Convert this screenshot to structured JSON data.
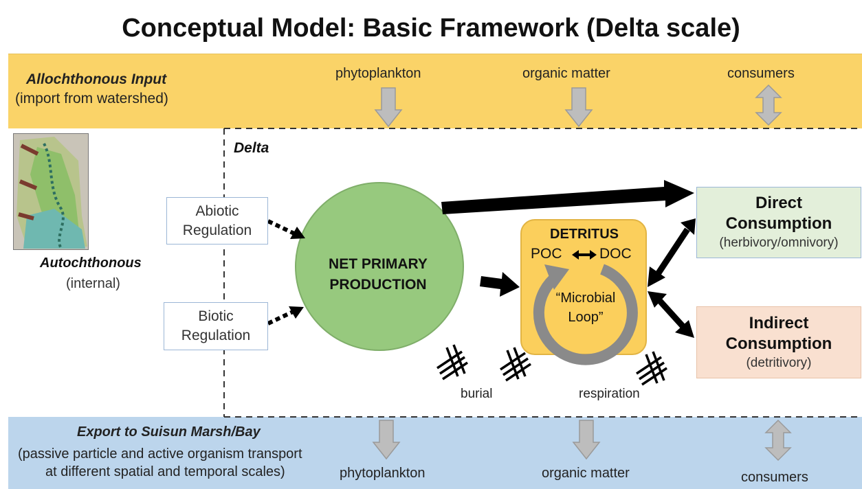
{
  "title": "Conceptual Model: Basic Framework (Delta scale)",
  "top_band": {
    "heading": "Allochthonous Input",
    "subheading": "(import from watershed)",
    "flows": [
      "phytoplankton",
      "organic matter",
      "consumers"
    ]
  },
  "delta_label": "Delta",
  "autochthonous": {
    "heading": "Autochthonous",
    "subheading": "(internal)"
  },
  "regulation": {
    "abiotic": [
      "Abiotic",
      "Regulation"
    ],
    "biotic": [
      "Biotic",
      "Regulation"
    ]
  },
  "npp": [
    "NET PRIMARY",
    "PRODUCTION"
  ],
  "detritus": {
    "title": "DETRITUS",
    "poc": "POC",
    "doc": "DOC",
    "loop": [
      "“Microbial",
      "Loop”"
    ]
  },
  "direct": {
    "title": [
      "Direct",
      "Consumption"
    ],
    "sub": "(herbivory/omnivory)"
  },
  "indirect": {
    "title": [
      "Indirect",
      "Consumption"
    ],
    "sub": "(detritivory)"
  },
  "losses": {
    "burial": "burial",
    "respiration": "respiration"
  },
  "bottom_band": {
    "heading": "Export to Suisun Marsh/Bay",
    "desc": [
      "(passive particle and active organism transport",
      "at different spatial and temporal scales)"
    ],
    "flows": [
      "phytoplankton",
      "organic matter",
      "consumers"
    ]
  },
  "colors": {
    "input_band": "#fad368",
    "export_band": "#bcd5ec",
    "npp_circle": "#97c97e",
    "detritus_box": "#fbcf5c",
    "direct_box": "#e3efda",
    "indirect_box": "#f9e0d0",
    "flow_arrow": "#bdbdbd"
  }
}
